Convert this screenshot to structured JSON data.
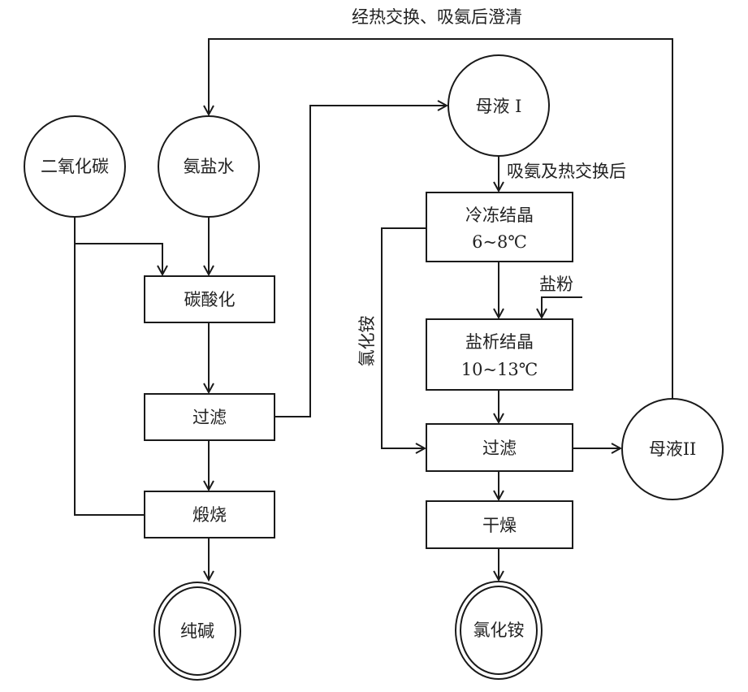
{
  "diagram": {
    "type": "process-flowchart",
    "nodes": {
      "co2": {
        "label": "二氧化碳",
        "shape": "circle"
      },
      "ammonia_brine": {
        "label": "氨盐水",
        "shape": "circle"
      },
      "mother_liquor_1": {
        "label": "母液 I",
        "shape": "circle"
      },
      "mother_liquor_2": {
        "label": "母液II",
        "shape": "circle"
      },
      "carbonation": {
        "label": "碳酸化",
        "shape": "box"
      },
      "filter_left": {
        "label": "过滤",
        "shape": "box"
      },
      "calcination": {
        "label": "煅烧",
        "shape": "box"
      },
      "soda_ash": {
        "label": "纯碱",
        "shape": "double-circle"
      },
      "freeze_cryst": {
        "label": "冷冻结晶",
        "sublabel": "6~8℃",
        "shape": "box"
      },
      "salting_cryst": {
        "label": "盐析结晶",
        "sublabel": "10~13℃",
        "shape": "box"
      },
      "filter_right": {
        "label": "过滤",
        "shape": "box"
      },
      "drying": {
        "label": "干燥",
        "shape": "box"
      },
      "ammonium_chloride": {
        "label": "氯化铵",
        "shape": "double-circle"
      }
    },
    "edge_labels": {
      "recycle_top": "经热交换、吸氨后澄清",
      "ml1_to_freeze": "吸氨及热交换后",
      "salt_powder": "盐粉",
      "nh4cl_side": "氯化铵"
    },
    "edges": [
      {
        "from": "co2",
        "to": "carbonation"
      },
      {
        "from": "ammonia_brine",
        "to": "carbonation"
      },
      {
        "from": "carbonation",
        "to": "filter_left"
      },
      {
        "from": "filter_left",
        "to": "mother_liquor_1"
      },
      {
        "from": "filter_left",
        "to": "calcination"
      },
      {
        "from": "calcination",
        "to": "co2",
        "note": "CO2 recycle line"
      },
      {
        "from": "calcination",
        "to": "soda_ash"
      },
      {
        "from": "mother_liquor_1",
        "to": "freeze_cryst",
        "label": "吸氨及热交换后"
      },
      {
        "from": "freeze_cryst",
        "to": "salting_cryst"
      },
      {
        "from": "salt_powder",
        "to": "salting_cryst",
        "label": "盐粉"
      },
      {
        "from": "freeze_cryst",
        "to": "filter_right",
        "label": "氯化铵"
      },
      {
        "from": "salting_cryst",
        "to": "filter_right"
      },
      {
        "from": "filter_right",
        "to": "mother_liquor_2"
      },
      {
        "from": "filter_right",
        "to": "drying"
      },
      {
        "from": "drying",
        "to": "ammonium_chloride"
      },
      {
        "from": "mother_liquor_2",
        "to": "ammonia_brine",
        "label": "经热交换、吸氨后澄清"
      }
    ]
  }
}
